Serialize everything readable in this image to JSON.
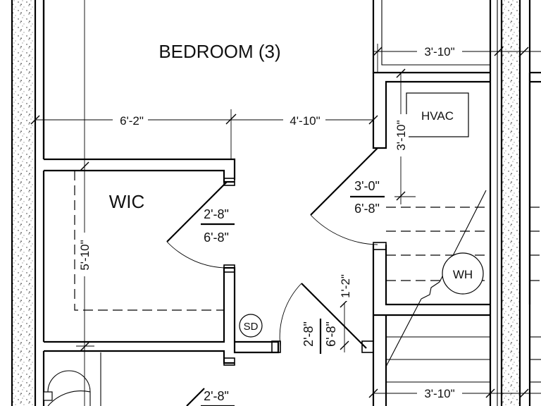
{
  "rooms": {
    "bedroom": "BEDROOM (3)",
    "wic": "WIC"
  },
  "equipment": {
    "hvac": "HVAC",
    "water_heater": "WH",
    "smoke_detector": "SD"
  },
  "dimensions": {
    "top_right_width": "3'-10\"",
    "bedroom_left_width": "6'-2\"",
    "bedroom_mid_width": "4'-10\"",
    "hvac_closet_depth": "3'-10\"",
    "wic_depth": "5'-10\"",
    "stair_offset": "1'-2\"",
    "bottom_right_width": "3'-10\""
  },
  "doors": {
    "wic_door": {
      "width": "2'-8\"",
      "height": "6'-8\""
    },
    "closet_door": {
      "width": "3'-0\"",
      "height": "6'-8\""
    },
    "hall_door": {
      "width": "2'-8\"",
      "height": "6'-8\""
    },
    "bottom_door": {
      "width": "2'-8\""
    }
  }
}
